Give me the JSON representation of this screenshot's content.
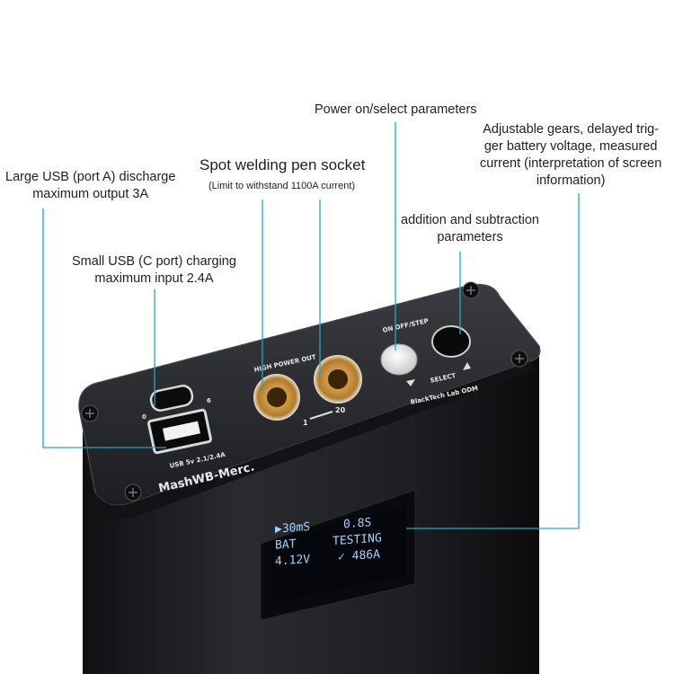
{
  "callouts": {
    "usb_a": {
      "line1": "Large USB (port A) discharge",
      "line2": "maximum output 3A"
    },
    "usb_c": {
      "line1": "Small USB (C port) charging",
      "line2": "maximum input 2.4A"
    },
    "pen_socket": {
      "title": "Spot welding pen socket",
      "note": "(Limit to withstand 1100A current)"
    },
    "power_on": {
      "line1": "Power on/select parameters"
    },
    "add_sub": {
      "line1": "addition and subtraction",
      "line2": "parameters"
    },
    "gears": {
      "line1": "Adjustable gears, delayed trig-",
      "line2": "ger battery voltage, measured",
      "line3": "current (interpretation of screen",
      "line4": "information)"
    }
  },
  "device": {
    "port_label": "USB 5v 2.1/2.4A",
    "brand": "MashWB-Merc.",
    "high_power_out": "HIGH POWER OUT",
    "gear_range_low": "1",
    "gear_range_high": "20",
    "on_off_step": "ON OFF/STEP",
    "select": "SELECT",
    "maker": "BlackTech Lab ODM",
    "usb_c_left": "0",
    "usb_c_right": "6"
  },
  "screen": {
    "row1_left": "▶30mS",
    "row1_right": "0.8S",
    "row2_left": "BAT",
    "row2_right": "TESTING",
    "row3_left": "4.12V",
    "row3_right": "✓ 486A"
  },
  "colors": {
    "leader": "#2aa3c4",
    "body": "#1c1d20",
    "panel": "#26272b",
    "brass": "#c9913d",
    "oled_text": "#9fd4ff"
  }
}
